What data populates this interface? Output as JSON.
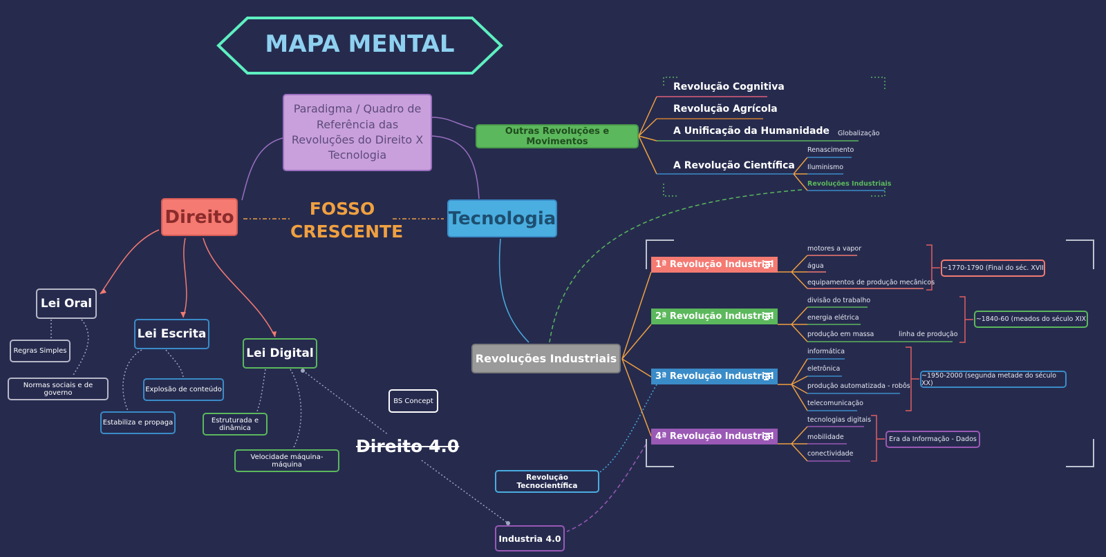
{
  "title": "MAPA MENTAL",
  "paradigma": "Paradigma / Quadro de Referência das Revoluções do Direito X Tecnologia",
  "outras": "Outras Revoluções e Movimentos",
  "direito": "Direito",
  "fosso": [
    "FOSSO",
    "CRESCENTE"
  ],
  "tecnologia": "Tecnologia",
  "lei_oral": {
    "label": "Lei Oral",
    "children": [
      "Regras Simples",
      "Normas sociais e de governo"
    ]
  },
  "lei_escrita": {
    "label": "Lei Escrita",
    "children": [
      "Explosão de conteúdo",
      "Estabiliza e propaga"
    ]
  },
  "lei_digital": {
    "label": "Lei Digital",
    "children": [
      "Estruturada e dinâmica",
      "Velocidade máquina-máquina"
    ]
  },
  "bs_concept": "BS Concept",
  "direito40": "Direito 4.0",
  "revolucoes_industriais": "Revoluções Industriais",
  "tecnocientifica": "Revolução Tecnocientífica",
  "industria40": "Industria 4.0",
  "outras_children": [
    {
      "label": "Revolução Cognitiva"
    },
    {
      "label": "Revolução Agrícola"
    },
    {
      "label": "A Unificação da Humanidade",
      "children": [
        "Globalização"
      ]
    },
    {
      "label": "A Revolução Científica",
      "children": [
        "Renascimento",
        "Iluminismo",
        "Revoluções Industriais"
      ]
    }
  ],
  "industrial": [
    {
      "label": "1ª Revolução Industrial",
      "color": "#f47a72",
      "items": [
        "motores a vapor",
        "água",
        "equipamentos de produção mecânicos"
      ],
      "period": "~1770-1790 (Final do séc. XVII"
    },
    {
      "label": "2ª Revolução Industrial",
      "color": "#5cb85c",
      "items": [
        "divisão do trabalho",
        "energia elétrica",
        "produção em massa"
      ],
      "extra": "linha de produção",
      "period": "~1840-60 (meados do século XIX"
    },
    {
      "label": "3ª Revolução Industrial",
      "color": "#3a8cc8",
      "items": [
        "informática",
        "eletrônica",
        "produção automatizada - robôs",
        "telecomunicação"
      ],
      "period": "~1950-2000 (segunda metade do século XX)"
    },
    {
      "label": "4ª Revolução Industrial",
      "color": "#9b59b6",
      "items": [
        "tecnologias digitais",
        "mobilidade",
        "conectividade"
      ],
      "period": "Era da Informação - Dados"
    }
  ]
}
